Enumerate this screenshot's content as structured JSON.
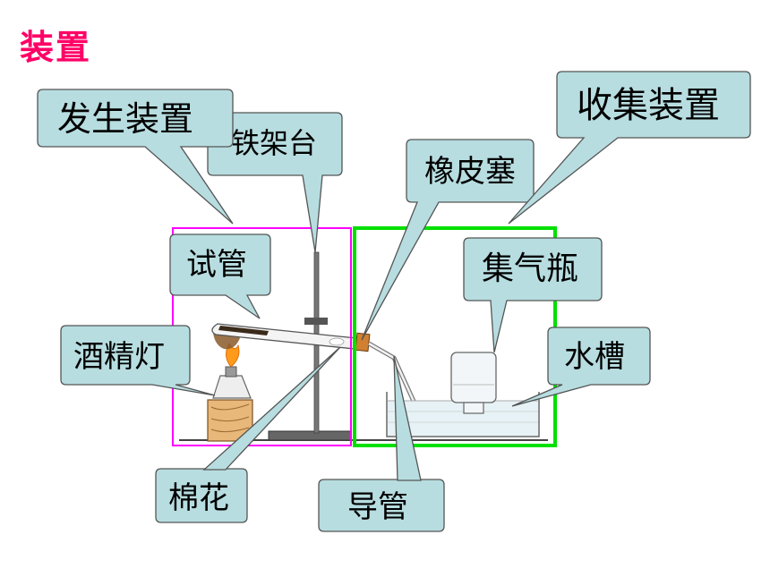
{
  "title": "装置",
  "labels": {
    "generator": "发生装置",
    "stand": "铁架台",
    "stopper": "橡皮塞",
    "collector": "收集装置",
    "test_tube": "试管",
    "gas_bottle": "集气瓶",
    "alcohol_lamp": "酒精灯",
    "water_trough": "水槽",
    "cotton": "棉花",
    "tube": "导管"
  },
  "colors": {
    "callout_fill": "#b7dde0",
    "callout_stroke": "#555555",
    "generator_box": "#ff00ff",
    "collector_box": "#00e000",
    "title": "#ff0066"
  }
}
